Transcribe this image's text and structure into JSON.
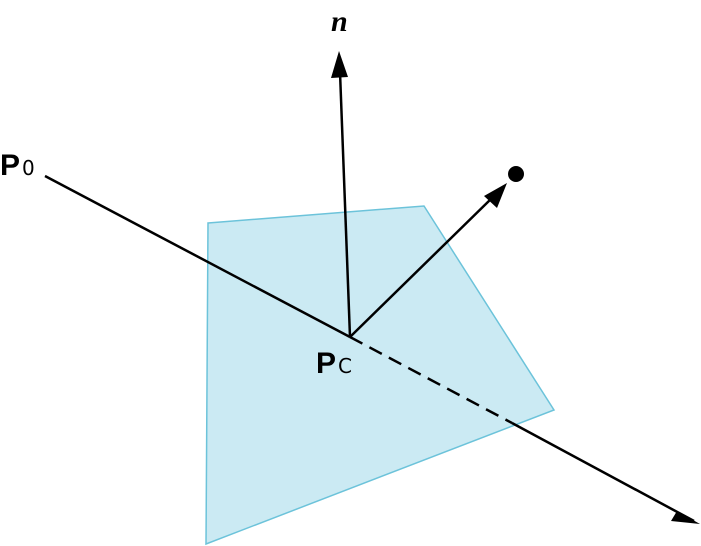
{
  "labels": {
    "normal": "n",
    "p0_main": "P",
    "p0_sub": "0",
    "pc_main": "P",
    "pc_sub": "C"
  },
  "colors": {
    "plane_fill": "#cbeaf3",
    "plane_stroke": "#6cc3da",
    "line": "#000000",
    "text": "#000000",
    "background": "#ffffff"
  }
}
